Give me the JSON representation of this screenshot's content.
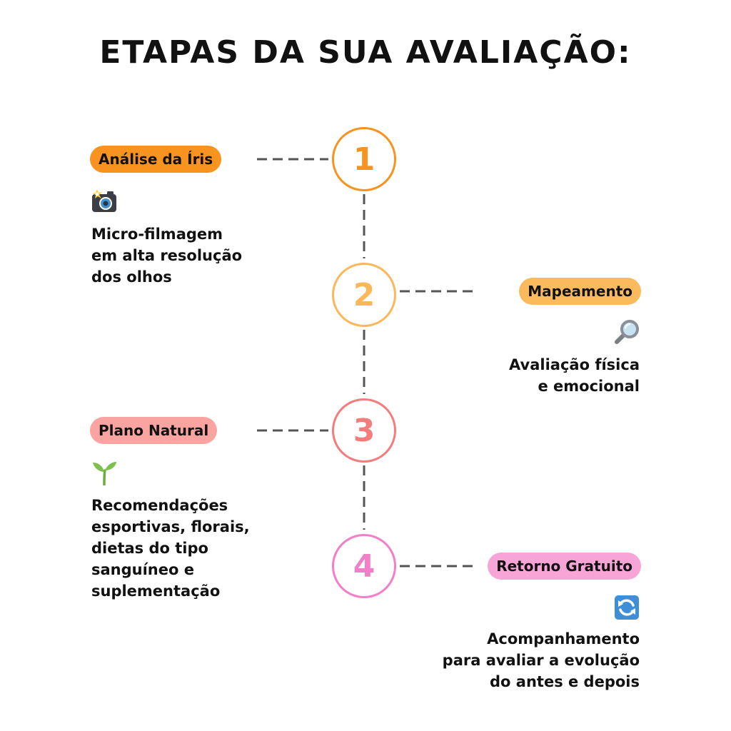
{
  "title": "ETAPAS DA SUA AVALIAÇÃO:",
  "steps": [
    {
      "number": "1",
      "label": "Análise da Íris",
      "icon": "camera-flash-icon",
      "description": "Micro-filmagem\nem alta resolução\ndos olhos",
      "color": "#F7931E",
      "pill_color": "#F7931E"
    },
    {
      "number": "2",
      "label": "Mapeamento",
      "icon": "magnifier-icon",
      "description": "Avaliação física\ne emocional",
      "color": "#FBB85A",
      "pill_color": "#FBBA5B"
    },
    {
      "number": "3",
      "label": "Plano Natural",
      "icon": "seedling-icon",
      "description": "Recomendações\nesportivas, florais,\ndietas do tipo\nsanguíneo e\nsuplementação",
      "color": "#F47C7C",
      "pill_color": "#F9A4A0"
    },
    {
      "number": "4",
      "label": "Retorno Gratuito",
      "icon": "refresh-icon",
      "description": "Acompanhamento\npara avaliar a evolução\ndo antes e depois",
      "color": "#F27FC8",
      "pill_color": "#F6A5D6"
    }
  ]
}
